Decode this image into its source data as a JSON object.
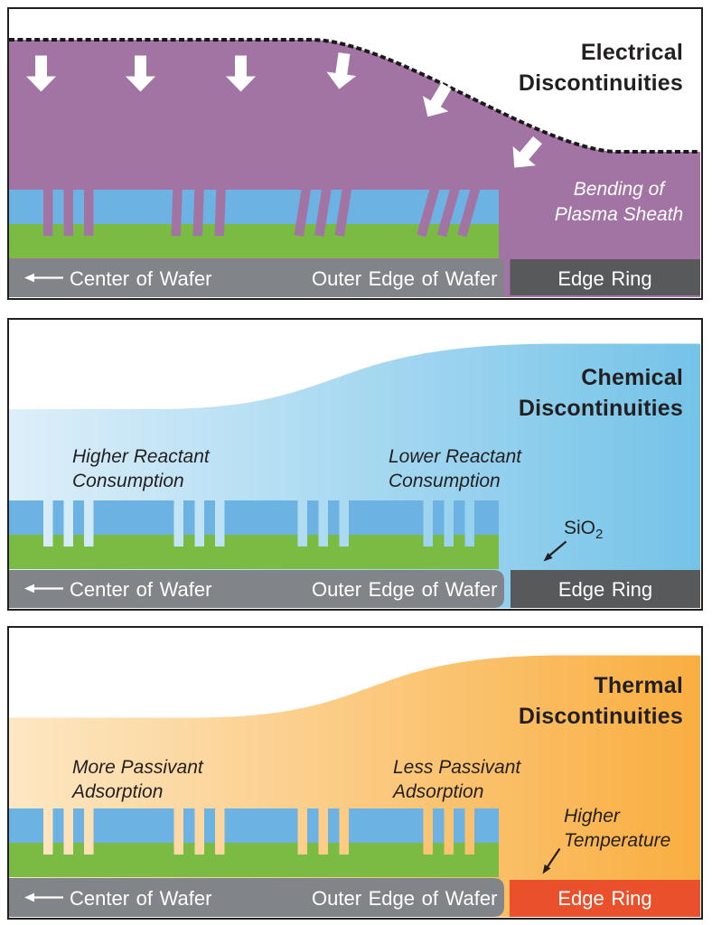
{
  "figure": {
    "description": "Three-panel diagram of wafer-edge plasma etch discontinuities"
  },
  "colors": {
    "border": "#231f20",
    "text_dark": "#231f20",
    "text_white": "#ffffff",
    "plasma_purple": "#a274a4",
    "dashed_line": "#1a1a1a",
    "ion_arrow_white": "#ffffff",
    "blue_layer": "#6cb3e3",
    "green_layer": "#79bb43",
    "wafer_bar_gray": "#818488",
    "edge_ring_gray": "#58595b",
    "edge_ring_red": "#e9502b",
    "blue_gradient_light": "#ddeffa",
    "blue_gradient_dark": "#74c3e8",
    "orange_gradient_light": "#fde7c4",
    "orange_gradient_dark": "#f9ae40",
    "callout_arrow_black": "#231f20"
  },
  "panels": {
    "electrical": {
      "title_line1": "Electrical",
      "title_line2": "Discontinuities",
      "annotation_line1": "Bending of",
      "annotation_line2": "Plasma Sheath",
      "axis_center": "Center of Wafer",
      "axis_outer": "Outer Edge of Wafer",
      "edge_ring": "Edge Ring"
    },
    "chemical": {
      "title_line1": "Chemical",
      "title_line2": "Discontinuities",
      "label_left_line1": "Higher Reactant",
      "label_left_line2": "Consumption",
      "label_right_line1": "Lower Reactant",
      "label_right_line2": "Consumption",
      "callout_base": "SiO",
      "callout_sub": "2",
      "axis_center": "Center of Wafer",
      "axis_outer": "Outer Edge of Wafer",
      "edge_ring": "Edge Ring"
    },
    "thermal": {
      "title_line1": "Thermal",
      "title_line2": "Discontinuities",
      "label_left_line1": "More Passivant",
      "label_left_line2": "Adsorption",
      "label_right_line1": "Less Passivant",
      "label_right_line2": "Adsorption",
      "callout_line1": "Higher",
      "callout_line2": "Temperature",
      "axis_center": "Center of Wafer",
      "axis_outer": "Outer Edge of Wafer",
      "edge_ring": "Edge Ring"
    }
  }
}
